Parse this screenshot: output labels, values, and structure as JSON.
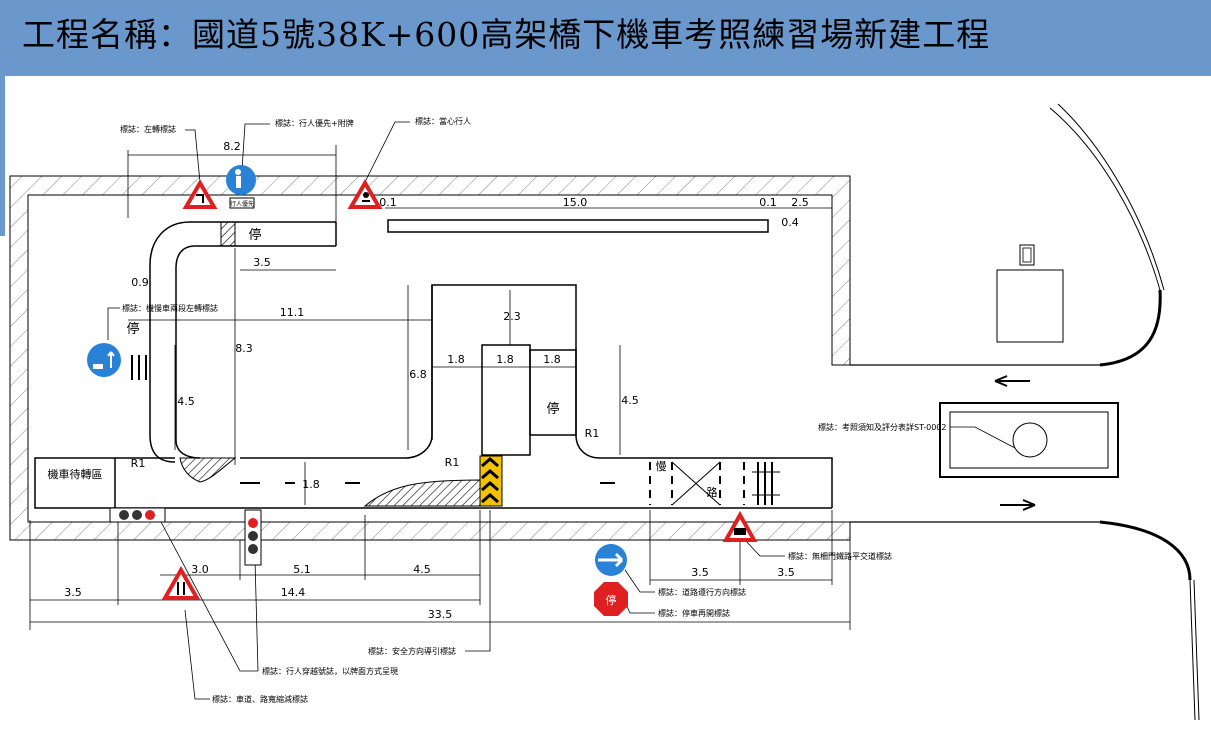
{
  "title": "工程名稱：國道5號38K+600高架橋下機車考照練習場新建工程",
  "signs": {
    "left_turn": "標誌：左轉標誌",
    "pedestrian_priority": "標誌：行人優先+附牌",
    "caution_pedestrian": "標誌：當心行人",
    "two_stage_turn": "標誌：機慢車兩段左轉標誌",
    "exam_notice": "標誌：考照須知及評分表詳ST-0002",
    "rail_crossing": "標誌：無柵門鐵路平交道標誌",
    "keep_right": "標誌：道路遵行方向標誌",
    "stop": "標誌：停車再開標誌",
    "safety_guide": "標誌：安全方向導引標誌",
    "ped_crossing_note": "標誌：行人穿越號誌，以牌面方式呈現",
    "lane_narrow": "標誌：車道、路寬縮減標誌"
  },
  "dims": {
    "d8_2": "8.2",
    "d0_1a": "0.1",
    "d15_0": "15.0",
    "d0_1b": "0.1",
    "d2_5": "2.5",
    "d0_4": "0.4",
    "d3_5_top": "3.5",
    "d0_9": "0.9",
    "d11_1": "11.1",
    "d8_3": "8.3",
    "d4_5_left": "4.5",
    "d6_8": "6.8",
    "d2_3": "2.3",
    "d1_8a": "1.8",
    "d1_8b": "1.8",
    "d1_8c": "1.8",
    "d4_5_right": "4.5",
    "d1_8_vert": "1.8",
    "r1a": "R1",
    "r1b": "R1",
    "r1c": "R1",
    "d3_0": "3.0",
    "d5_1": "5.1",
    "d4_5_bottom": "4.5",
    "d3_5_left": "3.5",
    "d14_4": "14.4",
    "d33_5": "33.5",
    "d3_5_br1": "3.5",
    "d3_5_br2": "3.5"
  },
  "labels": {
    "waiting_area": "機車待轉區",
    "stop_mark_top": "停",
    "stop_mark_left": "停",
    "stop_mark_mid": "停",
    "slow_mark": "慢",
    "road_mark": "路",
    "sign_plate": "行人優先"
  }
}
